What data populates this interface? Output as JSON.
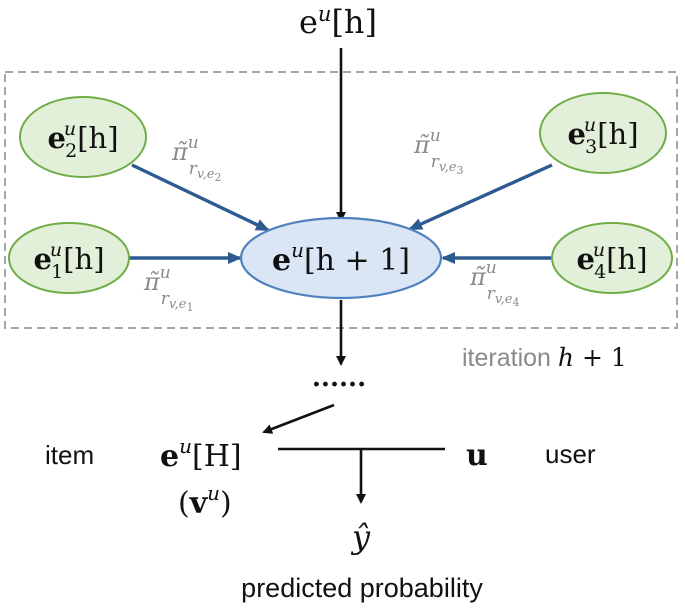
{
  "top_input": {
    "base": "e",
    "sup": "u",
    "tail": "[h]"
  },
  "center_node": {
    "base": "e",
    "sup": "u",
    "tail": "[h + 1]"
  },
  "neighbors": [
    {
      "base": "e",
      "sub": "2",
      "sup": "u",
      "tail": "[h]",
      "weight": {
        "base": "π̃",
        "sup": "u",
        "sub_main": "r",
        "sub_small": "v,e",
        "sub_index": "2"
      }
    },
    {
      "base": "e",
      "sub": "1",
      "sup": "u",
      "tail": "[h]",
      "weight": {
        "base": "π̃",
        "sup": "u",
        "sub_main": "r",
        "sub_small": "v,e",
        "sub_index": "1"
      }
    },
    {
      "base": "e",
      "sub": "3",
      "sup": "u",
      "tail": "[h]",
      "weight": {
        "base": "π̃",
        "sup": "u",
        "sub_main": "r",
        "sub_small": "v,e",
        "sub_index": "3"
      }
    },
    {
      "base": "e",
      "sub": "4",
      "sup": "u",
      "tail": "[h]",
      "weight": {
        "base": "π̃",
        "sup": "u",
        "sub_main": "r",
        "sub_small": "v,e",
        "sub_index": "4"
      }
    }
  ],
  "iteration_label": {
    "text": "iteration ",
    "var": "h",
    "rest": " + 1"
  },
  "ellipsis": "......",
  "final": {
    "item_word": "item",
    "item_base": "e",
    "item_sup": "u",
    "item_tail": "[H]",
    "item_alias_open": "(",
    "item_alias_base": "v",
    "item_alias_sup": "u",
    "item_alias_close": ")",
    "user_symbol": "u",
    "user_word": "user",
    "output_symbol": "ŷ",
    "output_caption": "predicted probability"
  },
  "colors": {
    "green_fill": "#e2efd9",
    "green_stroke": "#70ad47",
    "blue_fill": "#dae6f5",
    "blue_stroke": "#4f81bd",
    "blue_arrow": "#2e5b8f",
    "dashed_box": "#a6a6a6",
    "weight_text": "#8a8a8a"
  }
}
